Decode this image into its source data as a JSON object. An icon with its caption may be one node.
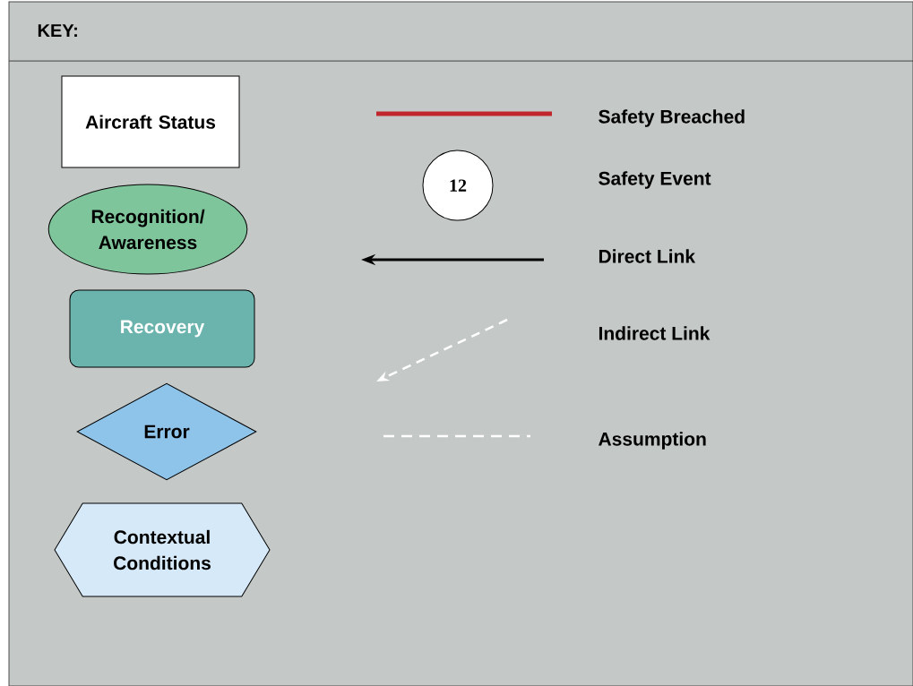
{
  "diagram": {
    "title": "KEY:",
    "nodes": [
      {
        "text": [
          "Aircraft Status"
        ]
      },
      {
        "text": [
          "Recognition/ Awareness"
        ]
      },
      {
        "text": [
          "Recovery"
        ]
      },
      {
        "text": [
          "Error"
        ]
      },
      {
        "text": [
          "Contextual Conditions"
        ]
      },
      {
        "text": [
          "12"
        ]
      }
    ],
    "edges": [],
    "legend": [
      {
        "text": "Safety Breached"
      },
      {
        "text": "Safety Event"
      },
      {
        "text": "Direct Link"
      },
      {
        "text": "Indirect Link"
      },
      {
        "text": "Assumption"
      }
    ]
  }
}
